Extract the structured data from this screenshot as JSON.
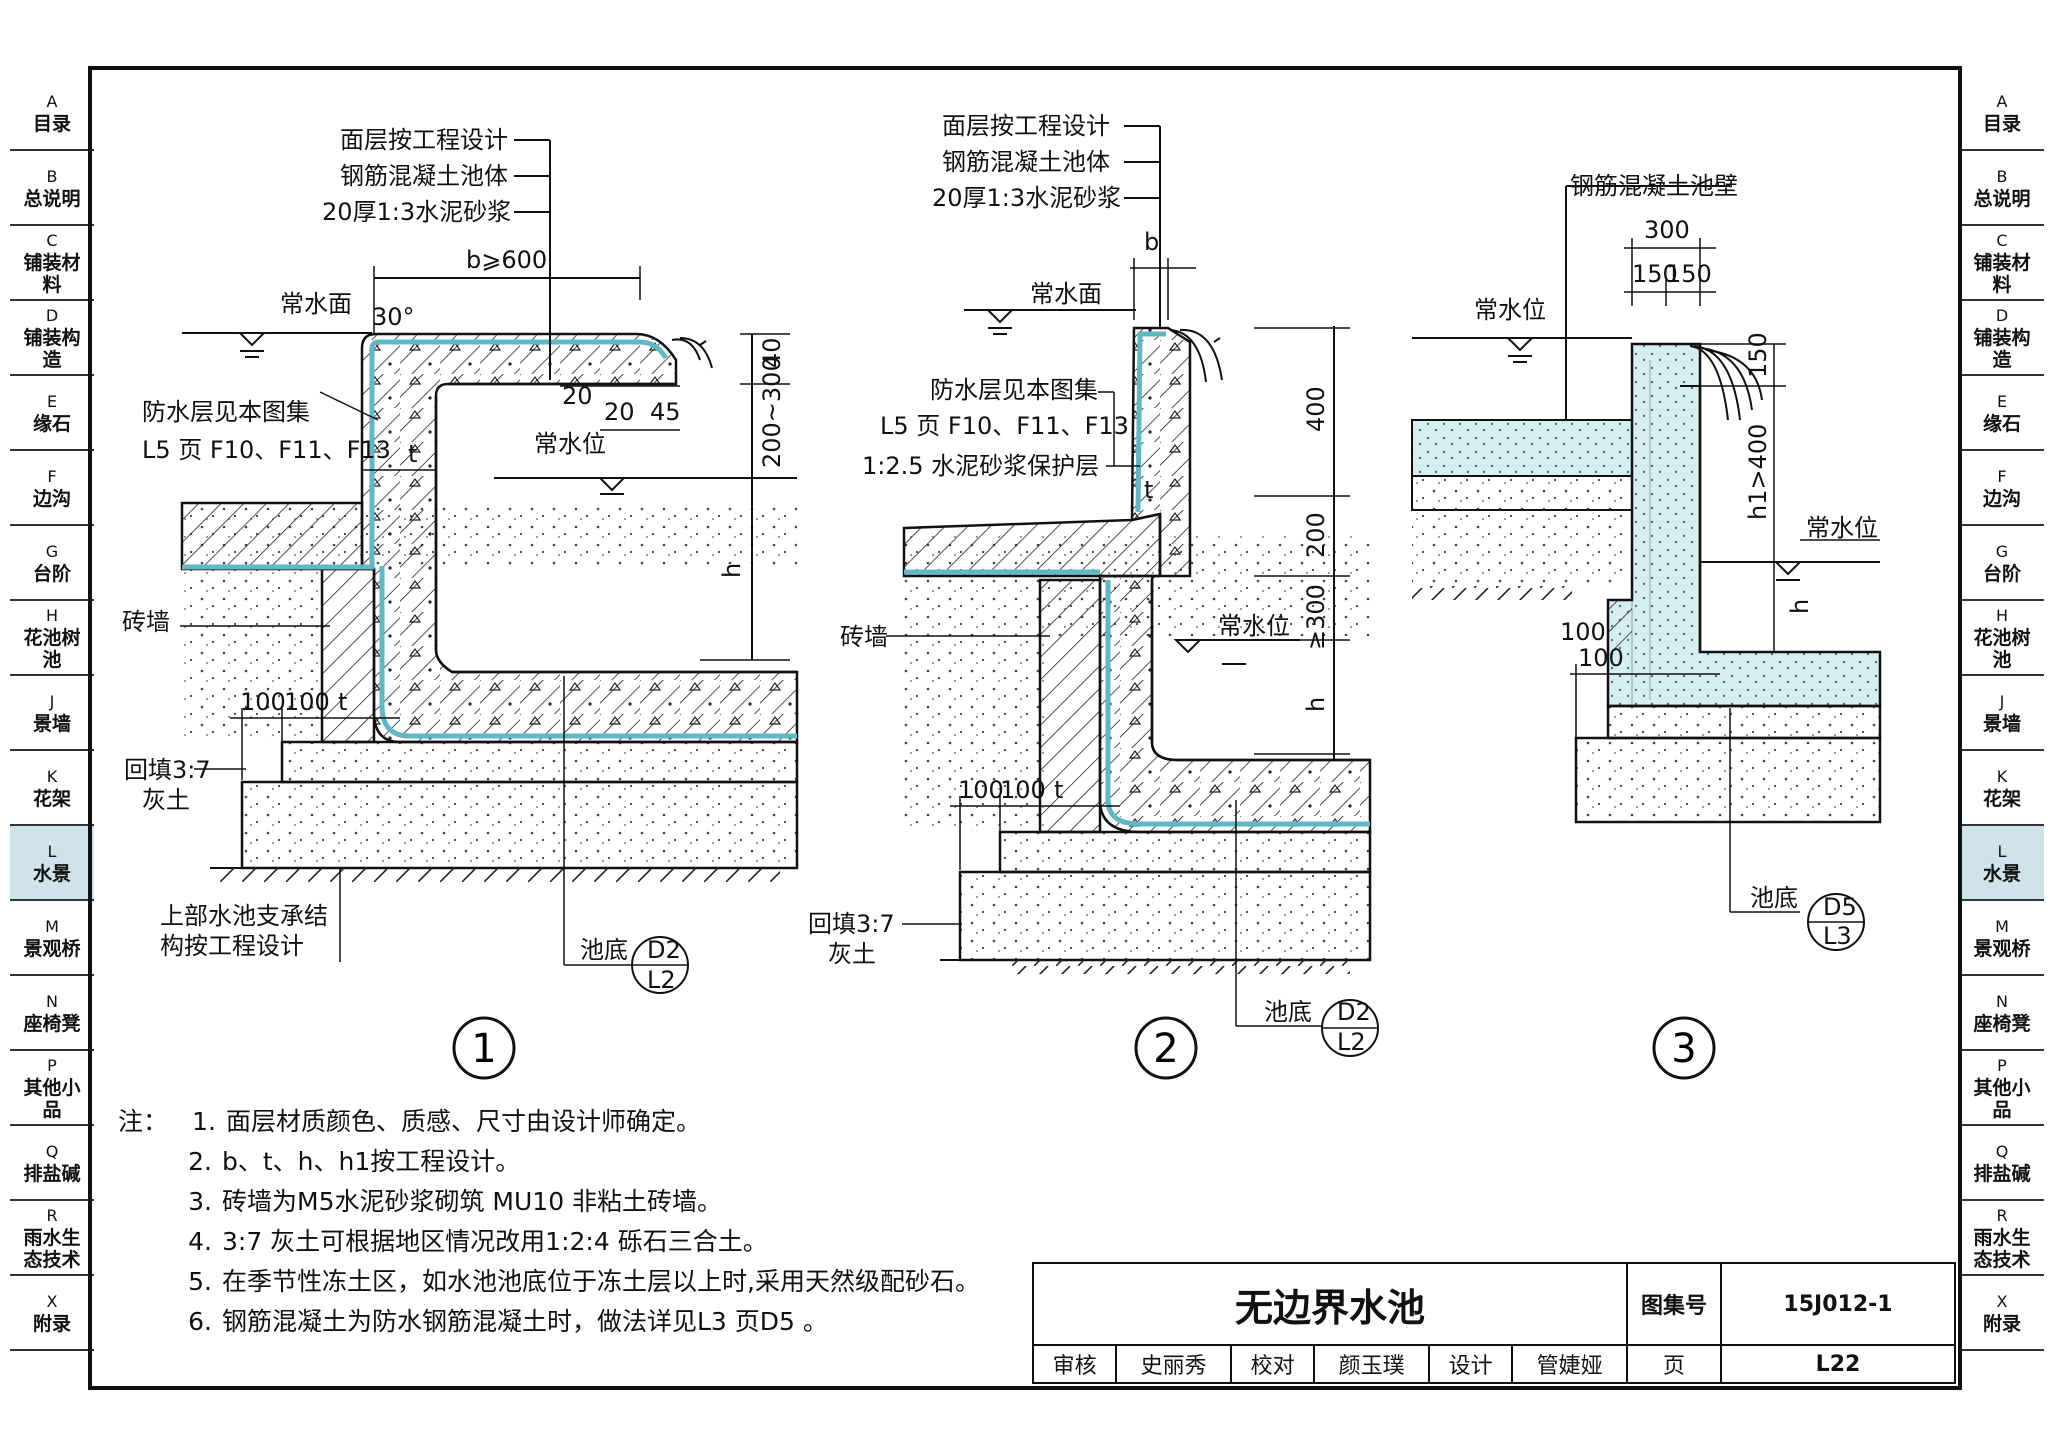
{
  "sidebar_tabs": [
    {
      "code": "A",
      "label": "目录"
    },
    {
      "code": "B",
      "label": "总说明"
    },
    {
      "code": "C",
      "label": "铺装材料"
    },
    {
      "code": "D",
      "label": "铺装构造"
    },
    {
      "code": "E",
      "label": "缘石"
    },
    {
      "code": "F",
      "label": "边沟"
    },
    {
      "code": "G",
      "label": "台阶"
    },
    {
      "code": "H",
      "label": "花池树池"
    },
    {
      "code": "J",
      "label": "景墙"
    },
    {
      "code": "K",
      "label": "花架"
    },
    {
      "code": "L",
      "label": "水景"
    },
    {
      "code": "M",
      "label": "景观桥"
    },
    {
      "code": "N",
      "label": "座椅凳"
    },
    {
      "code": "P",
      "label": "其他小品"
    },
    {
      "code": "Q",
      "label": "排盐碱"
    },
    {
      "code": "R",
      "label": "雨水生态技术"
    },
    {
      "code": "X",
      "label": "附录"
    }
  ],
  "active_tab": "L",
  "detail1": {
    "number": "1",
    "callouts": [
      "面层按工程设计",
      "钢筋混凝土池体",
      "20厚1:3水泥砂浆"
    ],
    "dims": {
      "b": "b⩾600",
      "angle": "30°",
      "d40": "40",
      "d20a": "20",
      "d20b": "20",
      "d45": "45",
      "d200_300": "200~300",
      "h": "h",
      "t": "t",
      "d100a": "100",
      "d100b": "100",
      "t2": "t"
    },
    "water_surface": "常水面",
    "water_level": "常水位",
    "waterproof_1": "防水层见本图集",
    "waterproof_2": "L5 页 F10、F11、F13",
    "brick_wall": "砖墙",
    "backfill_1": "回填3:7",
    "backfill_2": "灰土",
    "support_1": "上部水池支承结",
    "support_2": "构按工程设计",
    "pool_bottom": "池底",
    "ref_top": "D2",
    "ref_bottom": "L2"
  },
  "detail2": {
    "number": "2",
    "callouts": [
      "面层按工程设计",
      "钢筋混凝土池体",
      "20厚1:3水泥砂浆"
    ],
    "dims": {
      "b": "b",
      "d400": "400",
      "d200": "200",
      "d300": "≥300",
      "h": "h",
      "t": "t",
      "d100a": "100",
      "d100b": "100",
      "t2": "t"
    },
    "water_surface": "常水面",
    "water_level": "常水位",
    "waterproof_1": "防水层见本图集",
    "waterproof_2": "L5 页 F10、F11、F13",
    "protect": "1:2.5 水泥砂浆保护层",
    "brick_wall": "砖墙",
    "backfill_1": "回填3:7",
    "backfill_2": "灰土",
    "pool_bottom": "池底",
    "ref_top": "D2",
    "ref_bottom": "L2"
  },
  "detail3": {
    "number": "3",
    "callout": "钢筋混凝土池壁",
    "dims": {
      "d300": "300",
      "d150a": "150",
      "d150b": "150",
      "d150c": "150",
      "h1": "h1>400",
      "h": "h",
      "d100a": "100",
      "d100b": "100"
    },
    "water_level_top": "常水位",
    "water_level": "常水位",
    "pool_bottom": "池底",
    "ref_top": "D5",
    "ref_bottom": "L3"
  },
  "notes": {
    "prefix": "注：",
    "items": [
      {
        "n": "1.",
        "text": "面层材质颜色、质感、尺寸由设计师确定。"
      },
      {
        "n": "2.",
        "text": "b、t、h、h1按工程设计。"
      },
      {
        "n": "3.",
        "text": "砖墙为M5水泥砂浆砌筑 MU10 非粘土砖墙。"
      },
      {
        "n": "4.",
        "text": "3:7 灰土可根据地区情况改用1:2:4 砾石三合土。"
      },
      {
        "n": "5.",
        "text": "在季节性冻土区，如水池池底位于冻土层以上时,采用天然级配砂石。"
      },
      {
        "n": "6.",
        "text": "钢筋混凝土为防水钢筋混凝土时，做法详见L3 页D5 。"
      }
    ]
  },
  "title_block": {
    "title": "无边界水池",
    "atlas_label": "图集号",
    "atlas_no": "15J012-1",
    "page_label": "页",
    "page_no": "L22",
    "review_label": "审核",
    "reviewer": "史丽秀",
    "check_label": "校对",
    "checker": "颜玉璞",
    "design_label": "设计",
    "designer": "管婕娅"
  },
  "colors": {
    "waterproof": "#5fb8c4",
    "active_tab": "#cfe4ea",
    "wall3": "#d6eef0"
  }
}
